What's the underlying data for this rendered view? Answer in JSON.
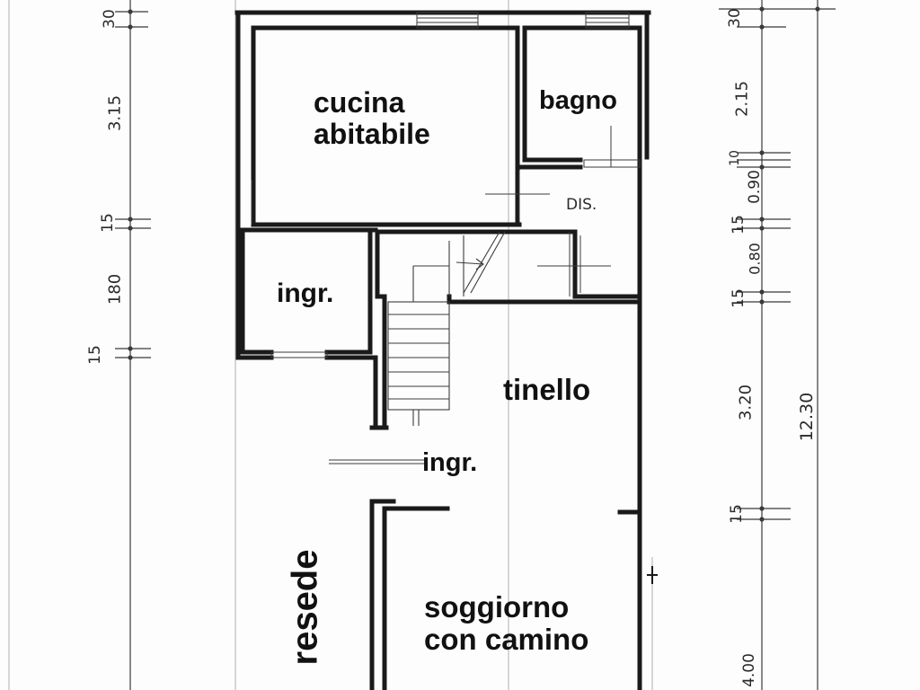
{
  "rooms": {
    "kitchen": {
      "line1": "cucina",
      "line2": "abitabile"
    },
    "bathroom": "bagno",
    "entrance_upper": "ingr.",
    "dining": "tinello",
    "entrance_lower": "ingr.",
    "outdoor": "resede",
    "living": {
      "line1": "soggiorno",
      "line2": "con camino"
    }
  },
  "annotations": {
    "closet": "DIS."
  },
  "dimensions": {
    "left": [
      "30",
      "3.15",
      "15",
      "180",
      "15"
    ],
    "right": [
      "30",
      "2.15",
      "10",
      "0.90",
      "15",
      "0.80",
      "15",
      "3.20",
      "15",
      "4.00"
    ],
    "total": "12.30"
  },
  "colors": {
    "wall": "#1a1a1a",
    "thin_line": "#3a3a3a",
    "label": "#111111"
  }
}
